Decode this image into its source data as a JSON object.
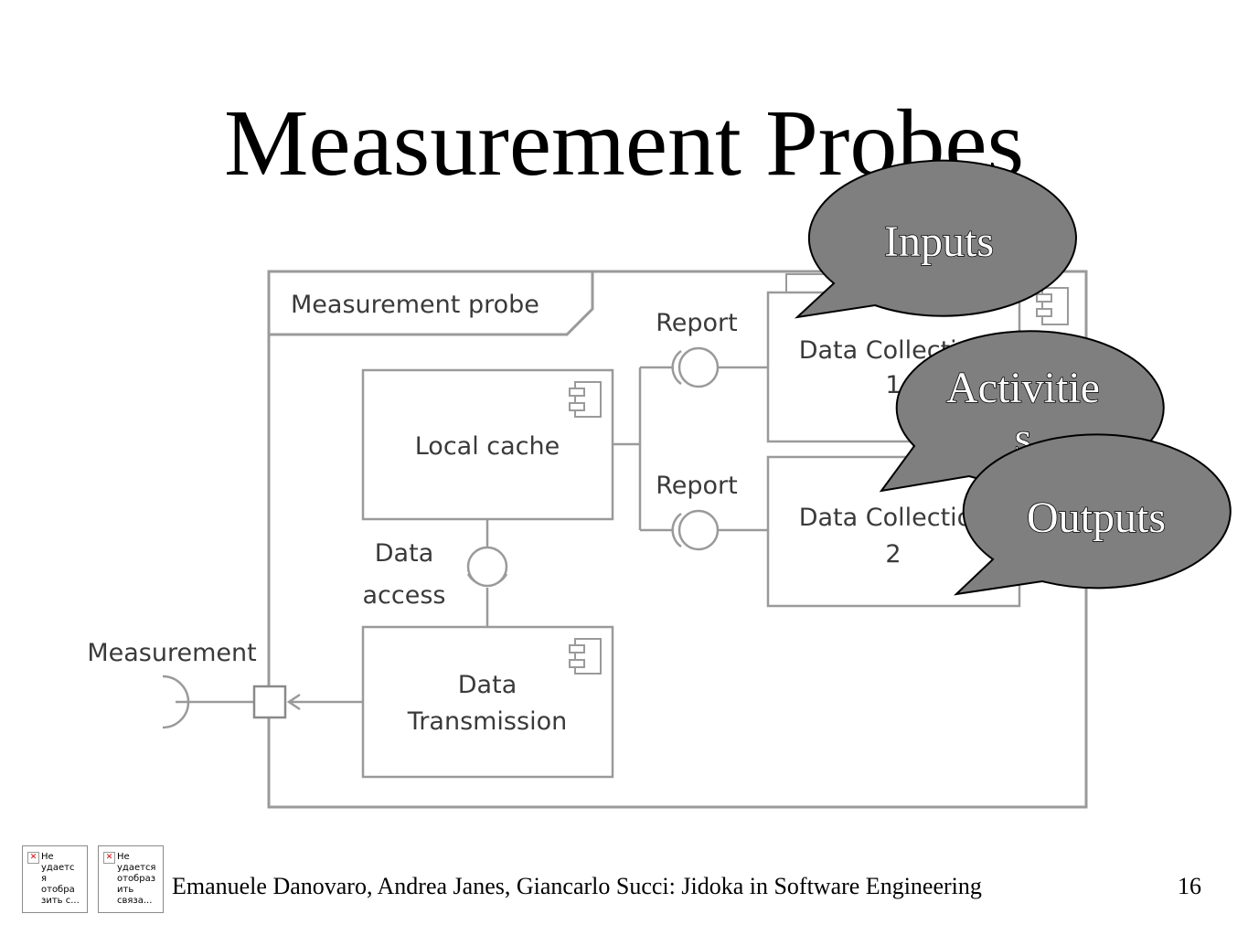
{
  "slide": {
    "title": "Measurement Probes",
    "footer": "Emanuele Danovaro, Andrea Janes, Giancarlo Succi: Jidoka in Software Engineering",
    "page_number": "16"
  },
  "diagram": {
    "frame_label": "Measurement probe",
    "local_cache": "Local cache",
    "data_transmission_line1": "Data",
    "data_transmission_line2": "Transmission",
    "data_collection_1_line1": "Data Collection",
    "data_collection_1_line2": "1",
    "data_collection_2_line1": "Data Collection",
    "data_collection_2_line2": "2",
    "report_1": "Report",
    "report_2": "Report",
    "data_access_line1": "Data",
    "data_access_line2": "access",
    "measurement": "Measurement"
  },
  "callouts": {
    "inputs": "Inputs",
    "activities_line1": "Activitie",
    "activities_line2": "s",
    "outputs": "Outputs",
    "fill_color": "#7f7f7f"
  },
  "placeholders": [
    {
      "text": "Не\nудаетс\nя\nотобра\nзить с..."
    },
    {
      "text": "Не\nудается\nотобраз\nить\nсвяза..."
    }
  ]
}
